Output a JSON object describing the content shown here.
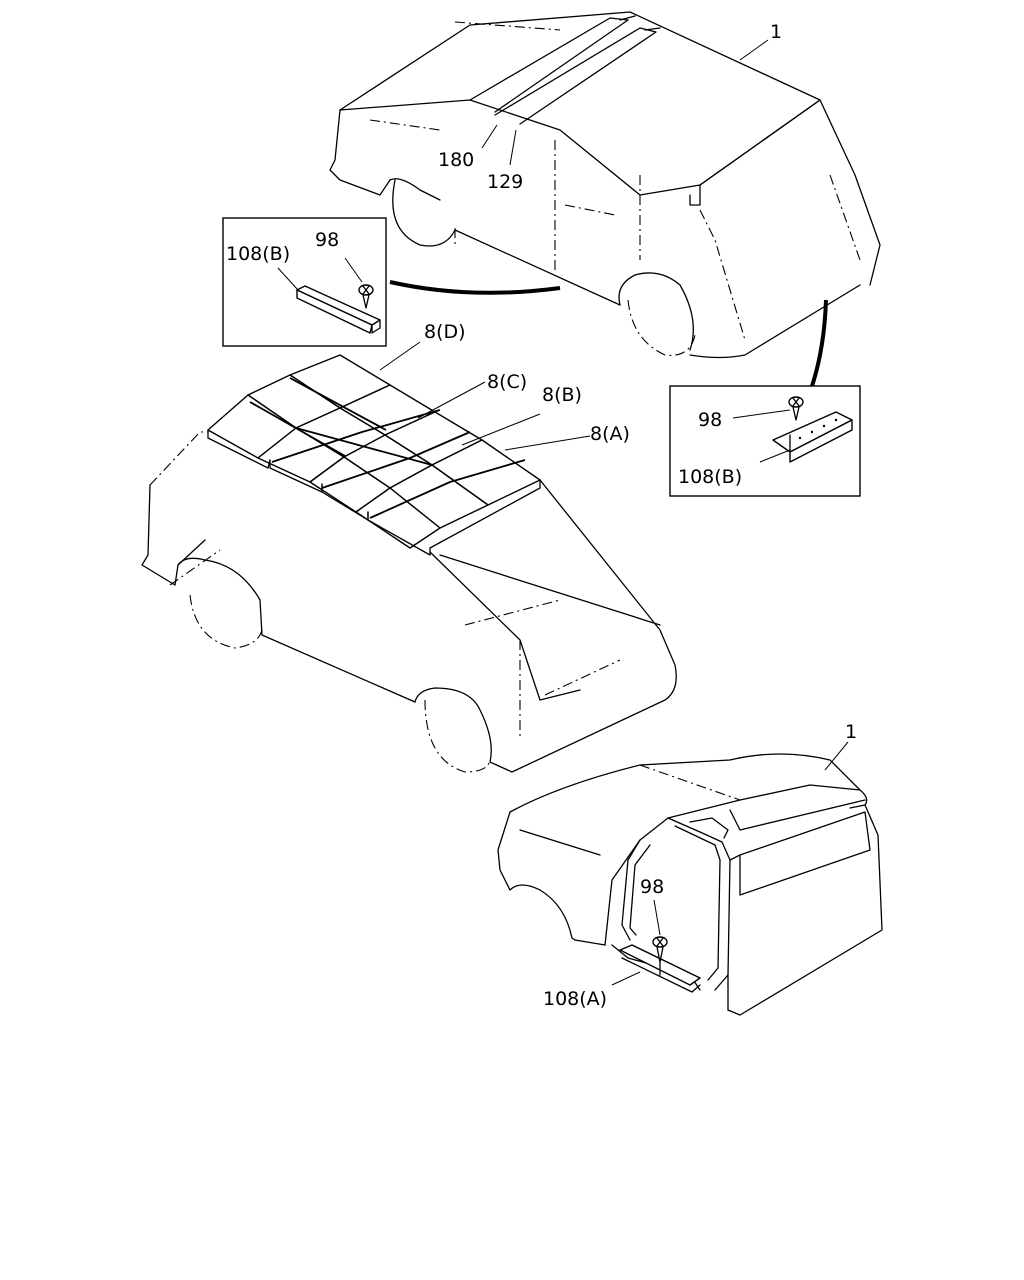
{
  "callouts": {
    "top_body": "1",
    "part_180": "180",
    "part_129": "129",
    "inset_left_bracket": "108(B)",
    "inset_left_screw": "98",
    "pad_d": "8(D)",
    "pad_c": "8(C)",
    "pad_b": "8(B)",
    "pad_a": "8(A)",
    "inset_right_screw": "98",
    "inset_right_bracket": "108(B)",
    "bottom_body": "1",
    "bottom_screw": "98",
    "bottom_bracket": "108(A)"
  },
  "icons": [
    "screw-icon",
    "bracket-icon",
    "roof-pad-icon"
  ]
}
